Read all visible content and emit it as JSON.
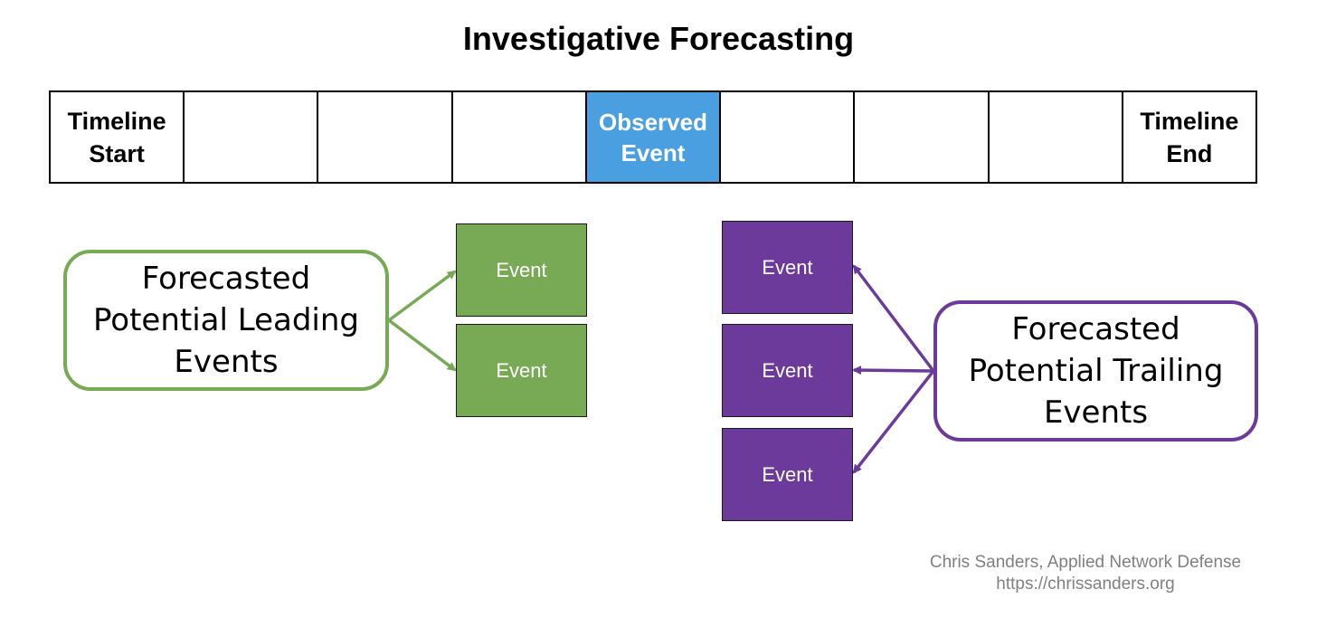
{
  "title": "Investigative Forecasting",
  "timeline": {
    "cells": [
      "Timeline\nStart",
      "",
      "",
      "",
      "Observed\nEvent",
      "",
      "",
      "",
      "Timeline\nEnd"
    ],
    "observed_color": "#4a9fe0"
  },
  "leading": {
    "label": "Forecasted\nPotential Leading\nEvents",
    "color": "#78a955",
    "events": [
      "Event",
      "Event"
    ]
  },
  "trailing": {
    "label": "Forecasted\nPotential Trailing\nEvents",
    "color": "#6b3a9a",
    "events": [
      "Event",
      "Event",
      "Event"
    ]
  },
  "credit": {
    "line1": "Chris Sanders, Applied Network Defense",
    "line2": "https://chrissanders.org"
  }
}
